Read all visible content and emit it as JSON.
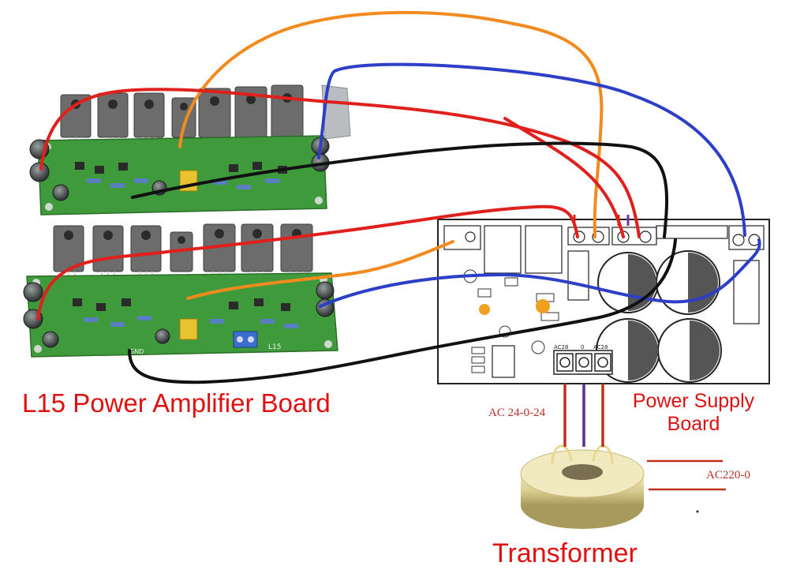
{
  "labels": {
    "amp_board": "L15 Power Amplifier Board",
    "psu_board_line1": "Power Supply",
    "psu_board_line2": "Board",
    "transformer": "Transformer",
    "ac_secondary": "AC 24-0-24",
    "ac_primary": "AC220-0"
  },
  "pcb_markings": {
    "amp_model": "L15",
    "amp_gnd": "GND",
    "psu_terminals": [
      "AC28",
      "0",
      "AC28"
    ]
  },
  "colors": {
    "caption_red": "#e01010",
    "wire_red": "#e0201c",
    "wire_orange": "#f28a1e",
    "wire_blue": "#2d3fc6",
    "wire_black": "#111111",
    "pcb_green": "#3f9a3c",
    "transistor_gray": "#6c6c6c"
  }
}
